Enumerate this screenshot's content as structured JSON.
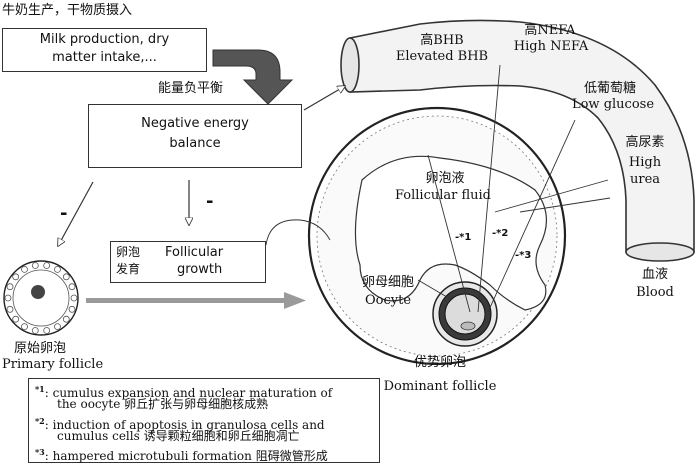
{
  "colors": {
    "line": "#333333",
    "blood": "#f3f3f3",
    "fluid": "#f7f7f7",
    "arrow_fill": "#555555"
  },
  "header_text": "牛奶生产，干物质摄入",
  "milk_box": {
    "line1": "Milk production, dry",
    "line2": "matter intake,..."
  },
  "neb_zh": "能量负平衡",
  "neb_box": {
    "line1": "Negative energy",
    "line2": "balance"
  },
  "minus": "-",
  "growth_box": {
    "zh1": "卵泡",
    "zh2": "发育",
    "en1": "Follicular",
    "en2": "growth"
  },
  "blood_labels": {
    "bhb_zh": "高BHB",
    "bhb_en": "Elevated BHB",
    "nefa_zh": "高NEFA",
    "nefa_en": "High NEFA",
    "glu_zh": "低葡萄糖",
    "glu_en": "Low glucose",
    "urea_zh": "高尿素",
    "urea_en1": "High",
    "urea_en2": "urea",
    "blood_zh": "血液",
    "blood_en": "Blood"
  },
  "follicle_labels": {
    "fluid_zh": "卵泡液",
    "fluid_en": "Follicular fluid",
    "oocyte_zh": "卵母细胞",
    "oocyte_en": "Oocyte",
    "m1": "-*1",
    "m2": "-*2",
    "m3": "-*3"
  },
  "primary": {
    "zh": "原始卵泡",
    "en": "Primary follicle"
  },
  "dominant": {
    "zh": "优势卵泡",
    "en": "Dominant follicle"
  },
  "footnotes": [
    {
      "mark": "*1",
      "line1": "cumulus expansion and nuclear maturation of",
      "line2": "the oocyte  卵丘扩张与卵母细胞核成熟"
    },
    {
      "mark": "*2",
      "line1": "induction of apoptosis in granulosa cells and",
      "line2": "cumulus cells 诱导颗粒细胞和卵丘细胞凋亡"
    },
    {
      "mark": "*3",
      "line1": "hampered microtubuli formation  阻碍微管形成",
      "line2": ""
    }
  ]
}
